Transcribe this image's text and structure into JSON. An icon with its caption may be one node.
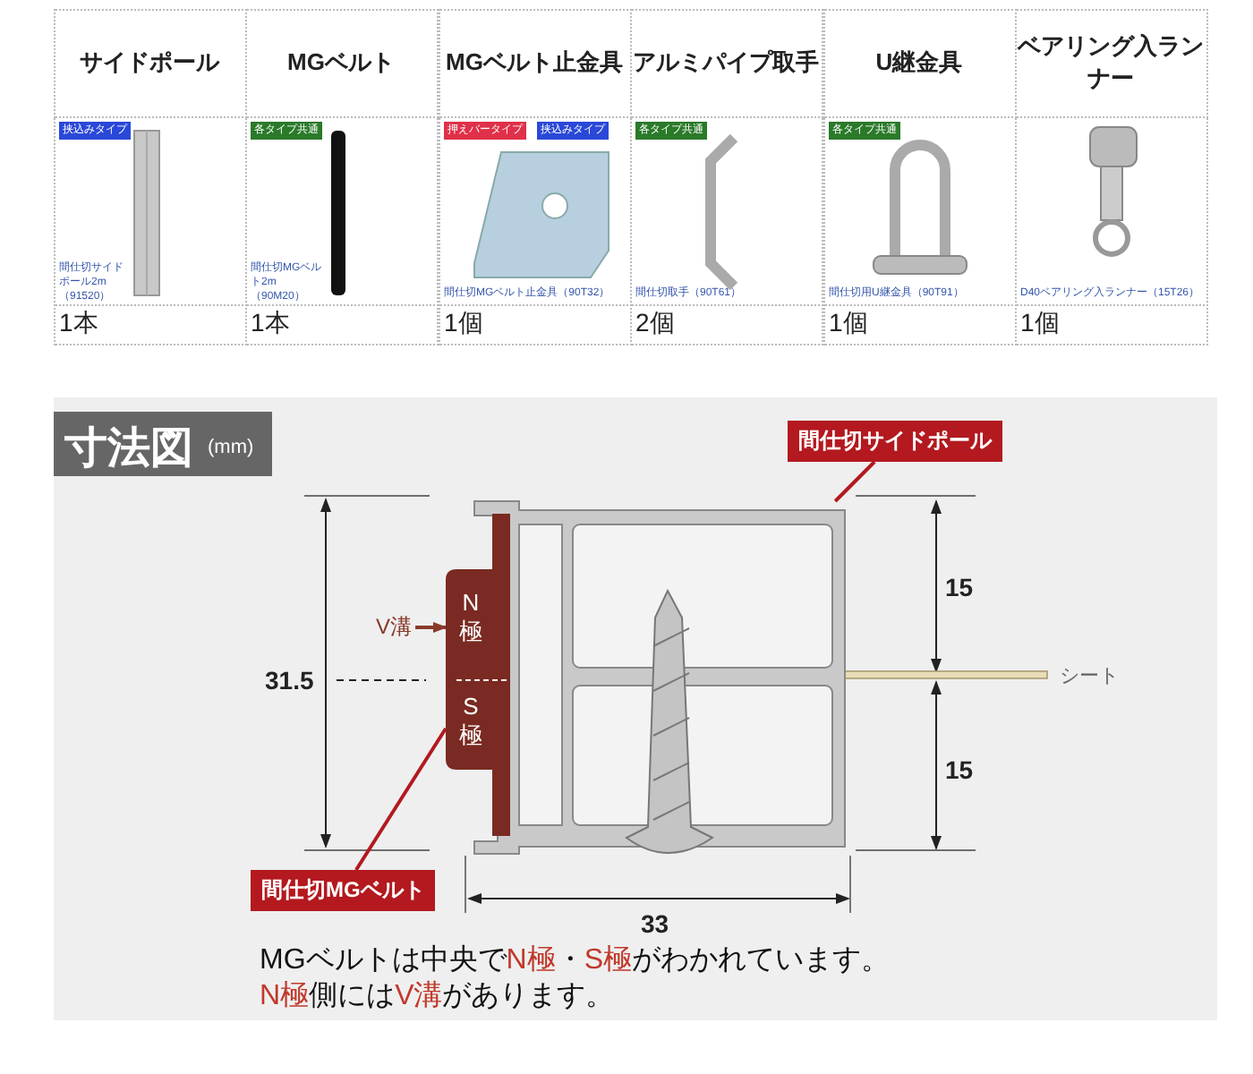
{
  "diagram": {
    "title": "寸法図",
    "nodes": [
      {
        "text": [],
        "shape": "picture"
      },
      {
        "text": [
          "N極",
          "S極"
        ]
      },
      {
        "text": [
          "間仕切サイドポール"
        ]
      },
      {
        "text": [
          "間仕切MGベルト"
        ]
      },
      {
        "text": [
          "V溝"
        ]
      }
    ],
    "edges": [
      {
        "from": 2,
        "to": 0,
        "arrow": "none",
        "color": "#b3191f"
      },
      {
        "from": 3,
        "to": 1,
        "arrow": "none",
        "color": "#b3191f"
      },
      {
        "from": 4,
        "to": 1,
        "arrow": "to"
      }
    ],
    "labels": [
      "サイドポール",
      "MGベルト",
      "MGベルト止金具",
      "アルミパイプ取手",
      "U継金具",
      "ベアリング入ランナー",
      "挟込みタイプ",
      "間仕切サイドポール2m（91520）",
      "各タイプ共通",
      "間仕切MGベルト2m（90M20）",
      "押えバータイプ",
      "挟込みタイプ",
      "間仕切MGベルト止金具（90T32）",
      "各タイプ共通",
      "間仕切取手（90T61）",
      "各タイプ共通",
      "間仕切用U継金具（90T91）",
      "D40ベアリング入ランナー（15T26）",
      "1本",
      "1本",
      "1個",
      "2個",
      "1個",
      "1個",
      "(mm)",
      "15",
      "15",
      "31.5",
      "33",
      "シート",
      "MGベルトは中央で**N極**・**S極**がわかれています。",
      "**N極**側には**V溝**があります。"
    ]
  }
}
